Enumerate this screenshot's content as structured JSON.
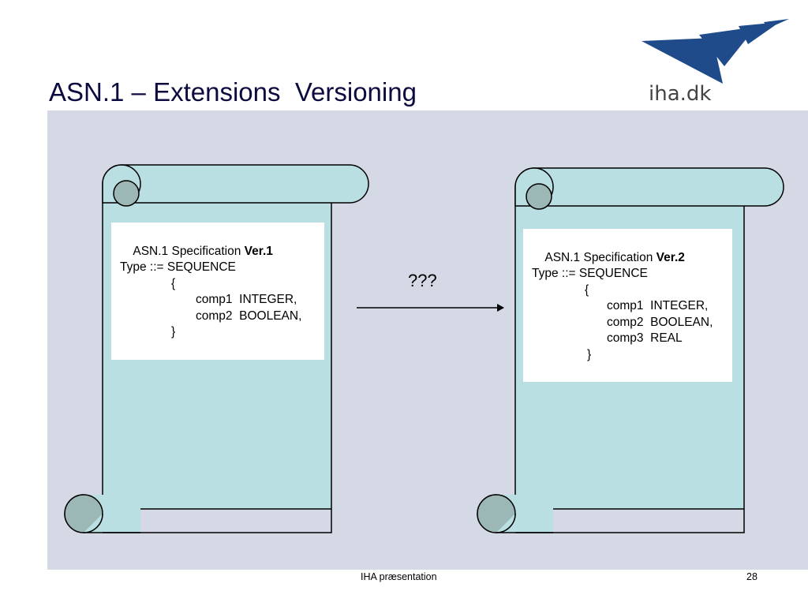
{
  "title": "ASN.1 – Extensions  Versioning",
  "logo": {
    "text": "iha.dk"
  },
  "left_scroll": {
    "heading_prefix": "ASN.1 Specification ",
    "heading_version": "Ver.1",
    "type_line": "Type ::= SEQUENCE",
    "open_brace": "{",
    "components": [
      "comp1  INTEGER,",
      "comp2  BOOLEAN,"
    ],
    "close_brace": "}"
  },
  "right_scroll": {
    "heading_prefix": "ASN.1 Specification ",
    "heading_version": "Ver.2",
    "type_line": "Type ::= SEQUENCE",
    "open_brace": "{",
    "components": [
      "comp1  INTEGER,",
      "comp2  BOOLEAN,",
      "comp3  REAL"
    ],
    "close_brace": "}"
  },
  "arrow_label": "???",
  "footer": {
    "text": "IHA præsentation",
    "page_number": "28"
  },
  "colors": {
    "panel": "#d5d9e6",
    "scroll_fill": "#b9dfe2",
    "scroll_curl": "#9cb8b6",
    "logo_blue": "#1f4b8a"
  }
}
